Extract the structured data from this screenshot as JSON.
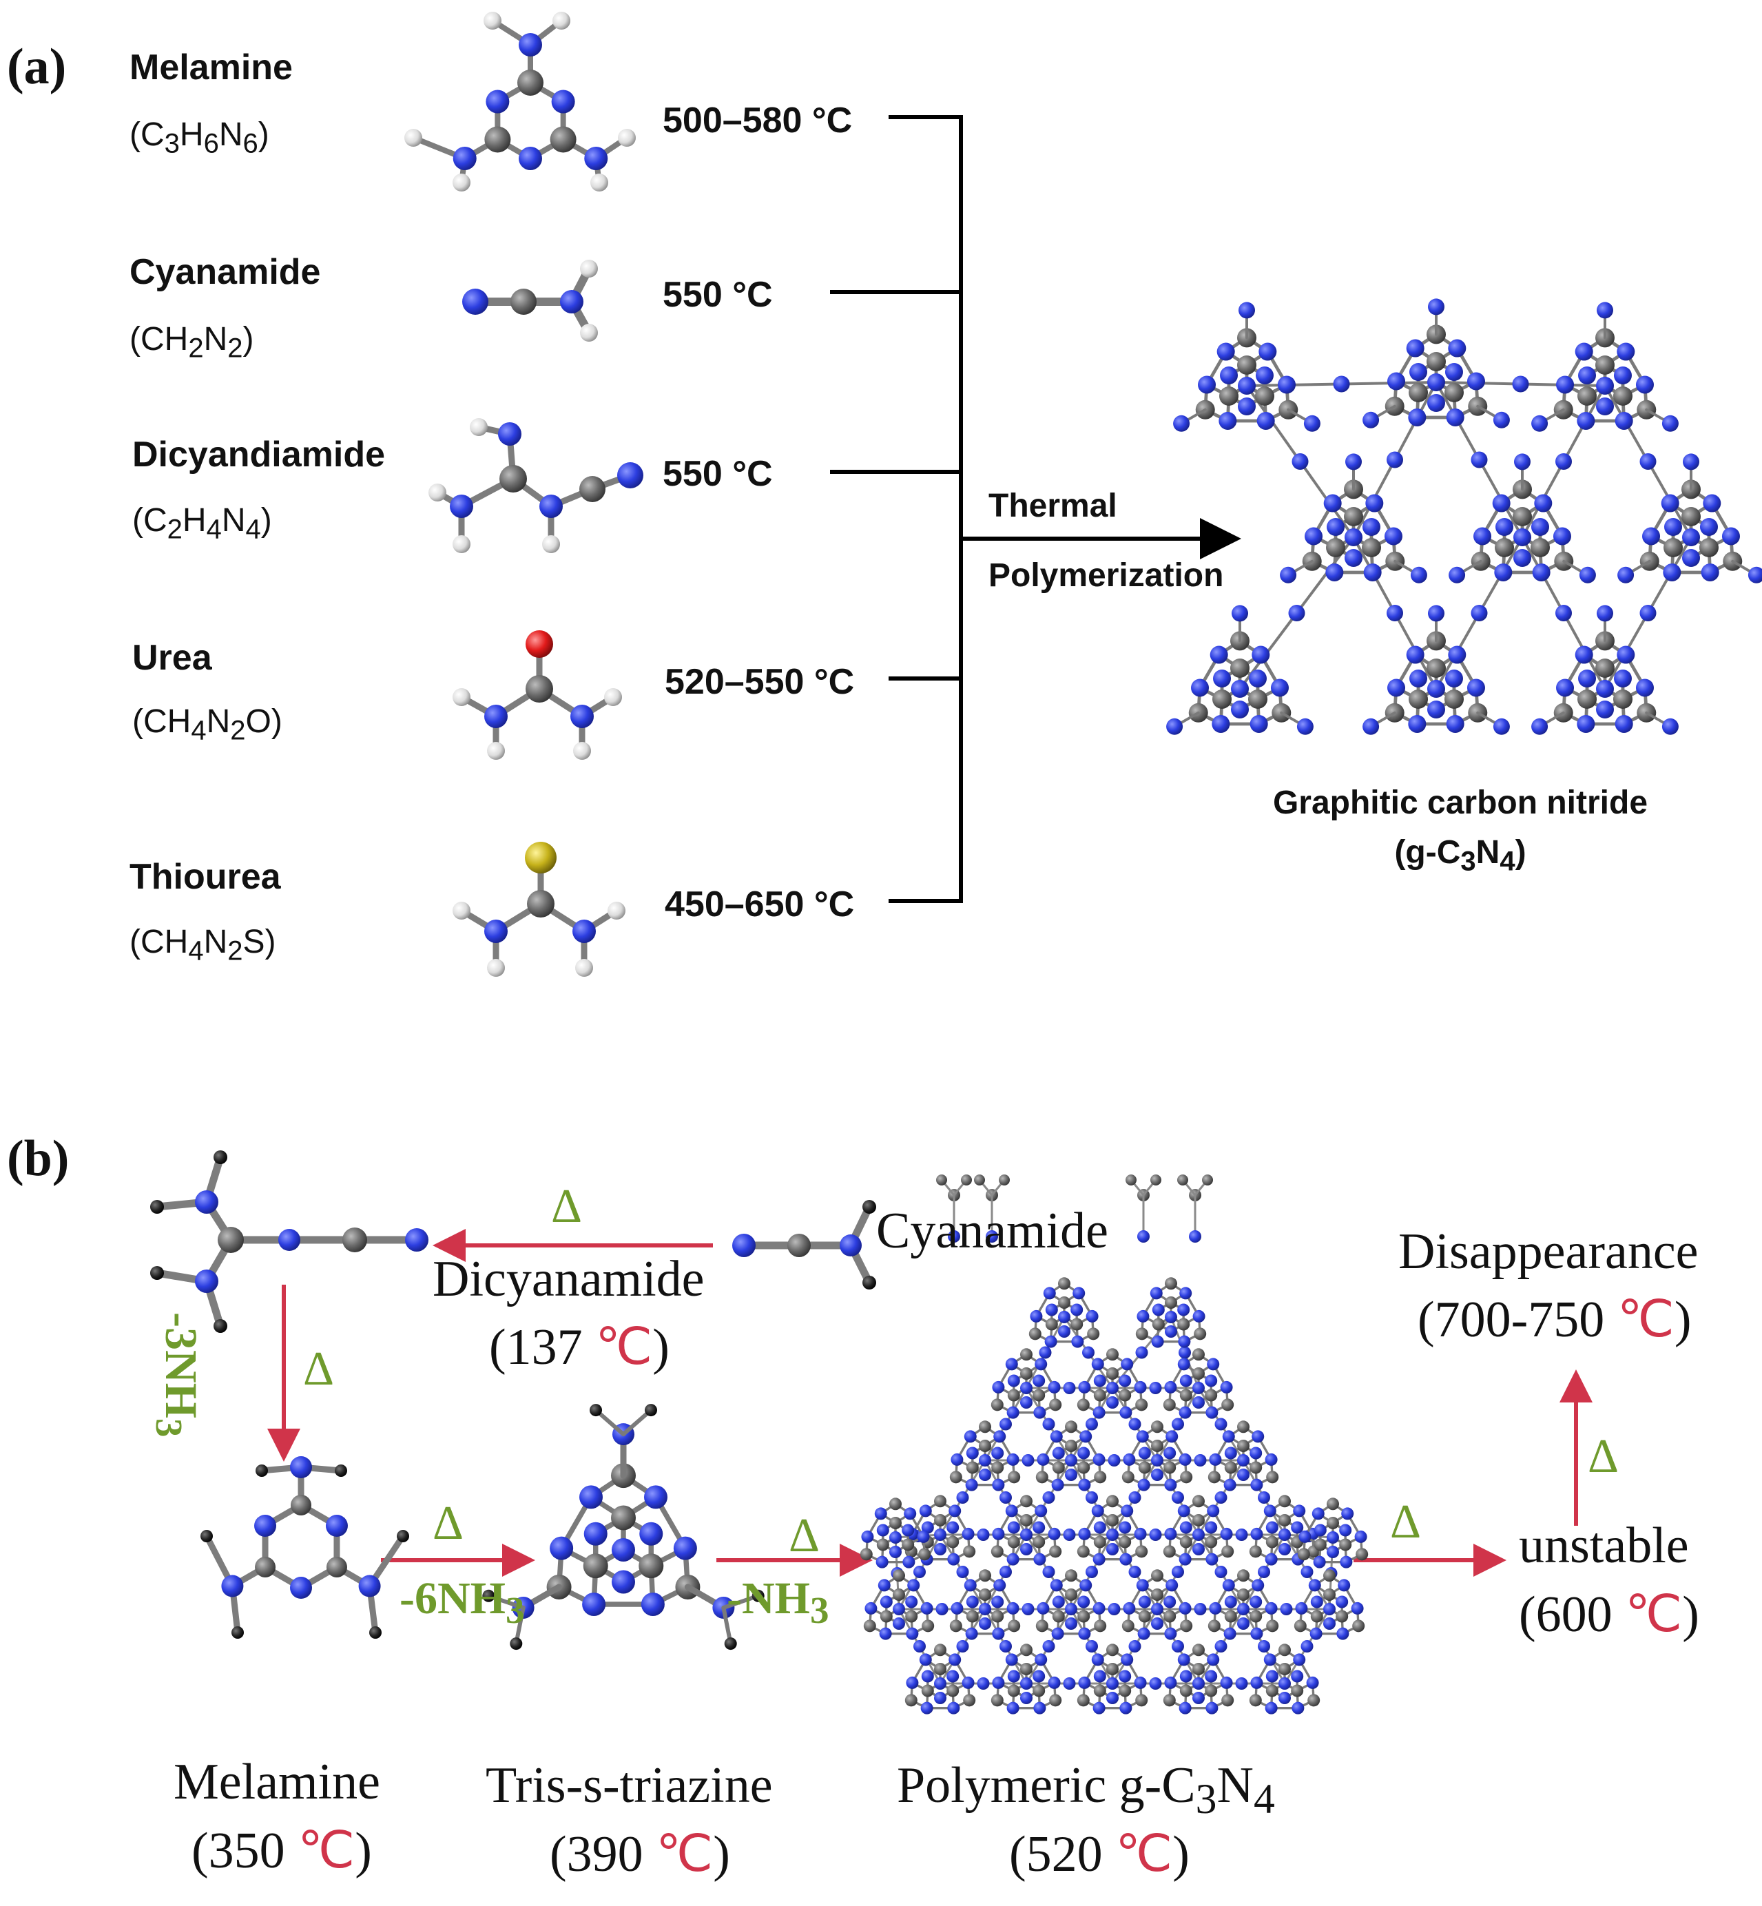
{
  "panel_a": {
    "label": "(a)",
    "precursors": [
      {
        "name": "Melamine",
        "formula": "(C3H6N6)",
        "temperature": "500–580 °C"
      },
      {
        "name": "Cyanamide",
        "formula": "(CH2N2)",
        "temperature": "550 °C"
      },
      {
        "name": "Dicyandiamide",
        "formula": "(C2H4N4)",
        "temperature": "550 °C"
      },
      {
        "name": "Urea",
        "formula": "(CH4N2O)",
        "temperature": "520–550 °C"
      },
      {
        "name": "Thiourea",
        "formula": "(CH4N2S)",
        "temperature": "450–650 °C"
      }
    ],
    "process_line1": "Thermal",
    "process_line2": "Polymerization",
    "product_name": "Graphitic carbon nitride",
    "product_formula": "(g-C3N4)"
  },
  "panel_b": {
    "label": "(b)",
    "cyanamide": "Cyanamide",
    "dicyanamide": "Dicyanamide",
    "dicyanamide_temp": "(137 ℃)",
    "loss_3nh3": "-3NH3",
    "loss_6nh3": "-6NH3",
    "loss_nh3": "-NH3",
    "delta": "Δ",
    "melamine": "Melamine",
    "melamine_temp": "(350 ℃)",
    "tris": "Tris-s-triazine",
    "tris_temp": "(390 ℃)",
    "polymeric": "Polymeric g-C3N4",
    "polymeric_temp": "(520 ℃)",
    "unstable": "unstable",
    "unstable_temp": "(600 ℃)",
    "disappearance": "Disappearance",
    "disappearance_temp": "(700-750 ℃)"
  },
  "colors": {
    "nitrogen": "#2c3ee0",
    "carbon": "#6b6b6b",
    "hydrogen": "#e6e6e6",
    "oxygen": "#e21a1a",
    "sulfur": "#c6b21a",
    "arrow_red": "#d0344a",
    "text_green": "#6f9a2c"
  }
}
